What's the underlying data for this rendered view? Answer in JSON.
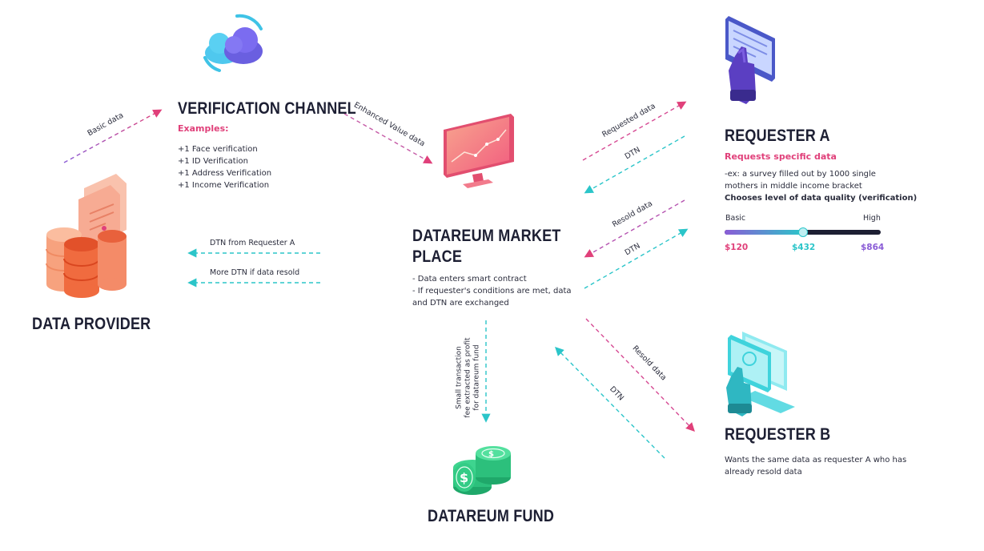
{
  "verification": {
    "title": "VERIFICATION CHANNEL",
    "examples_label": "Examples:",
    "items": [
      "+1 Face verification",
      "+1 ID Verification",
      "+1 Address Verification",
      "+1 Income Verification"
    ]
  },
  "provider": {
    "title": "DATA PROVIDER"
  },
  "market": {
    "title_line1": "DATAREUM MARKET",
    "title_line2": "PLACE",
    "desc": [
      "- Data enters smart contract",
      "- If requester's conditions are met, data",
      "and DTN are exchanged"
    ]
  },
  "fund": {
    "title": "DATAREUM FUND"
  },
  "requester_a": {
    "title": "REQUESTER A",
    "subtitle": "Requests specific data",
    "desc_line1": "-ex: a survey filled out by 1000 single",
    "desc_line2": "mothers in middle income bracket",
    "bold_line": "Chooses level of data quality (verification)",
    "slider": {
      "min_label": "Basic",
      "max_label": "High",
      "prices": [
        "$120",
        "$432",
        "$864"
      ],
      "level": 0.5,
      "colors": {
        "low": "#e0407a",
        "mid": "#2bc5c9",
        "high": "#8a5cd6"
      }
    }
  },
  "requester_b": {
    "title": "REQUESTER B",
    "desc_line1": "Wants the same data as requester A who has",
    "desc_line2": "already resold data"
  },
  "arrows": {
    "basic_data": "Basic data",
    "enhanced_value": "Enhanced Value data",
    "requested_data": "Requested data",
    "dtn": "DTN",
    "resold_data": "Resold data",
    "dtn_from_a": "DTN from Requester A",
    "more_dtn": "More DTN if data resold",
    "fee": [
      "Small transaction",
      "fee extracted as profit",
      "for datareum fund"
    ]
  },
  "icons": {
    "cloud": "cloud-sync-icon",
    "monitor": "monitor-chart-icon",
    "tablet_hand": "tablet-touch-icon",
    "laptop_hand": "laptop-touch-icon",
    "database": "database-documents-icon",
    "coins": "dollar-coins-icon"
  },
  "colors": {
    "pink": "#e0407a",
    "teal": "#2bc5c9",
    "purple": "#8a5cd6",
    "dark": "#1d1f33"
  }
}
